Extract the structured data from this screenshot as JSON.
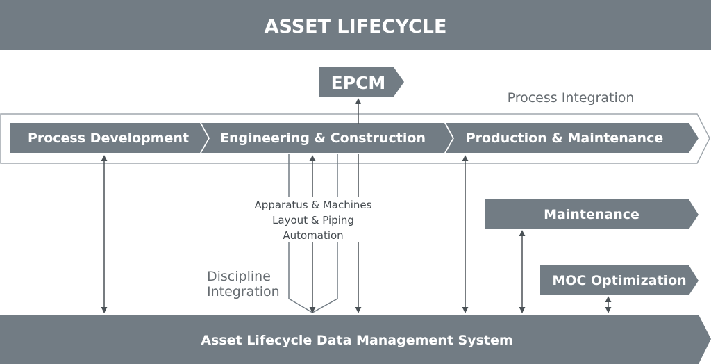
{
  "colors": {
    "bar": "#727c84",
    "arrow": "#4a5156",
    "outline": "#a0a7ad",
    "text_dark": "#444a4f",
    "text_light": "#666c71"
  },
  "title": "ASSET LIFECYCLE",
  "epcm": "EPCM",
  "process_integration": "Process Integration",
  "phases": {
    "process_development": "Process Development",
    "engineering_construction": "Engineering & Construction",
    "production_maintenance": "Production & Maintenance"
  },
  "disciplines": [
    "Apparatus & Machines",
    "Layout & Piping",
    "Automation"
  ],
  "discipline_integration": [
    "Discipline",
    "Integration"
  ],
  "maintenance": "Maintenance",
  "moc_optimization": "MOC Optimization",
  "data_management": "Asset Lifecycle Data Management System"
}
